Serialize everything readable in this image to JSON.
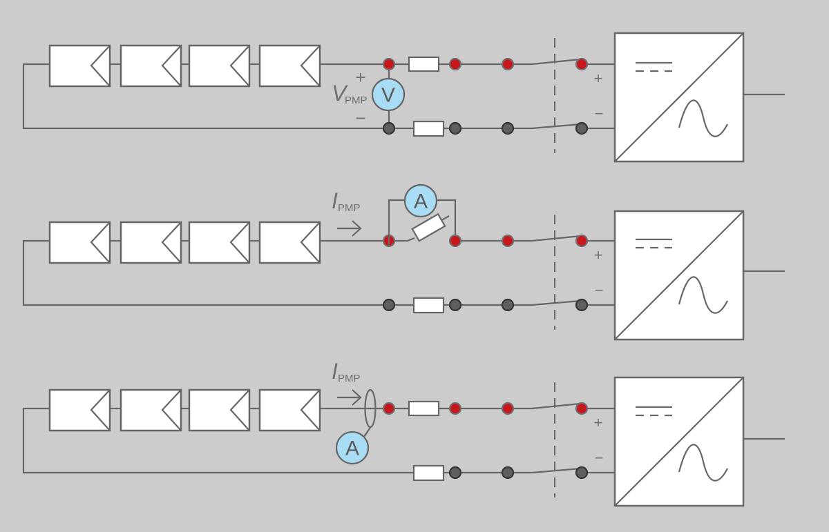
{
  "diagram": {
    "title": "PV string measurement configurations",
    "colors": {
      "background": "#cccccc",
      "wire": "#666666",
      "node_positive": "#c8161d",
      "node_negative": "#5f5f5f",
      "meter_fill": "#a8dcf5",
      "component_fill": "#ffffff"
    },
    "rows": [
      {
        "name": "voltage-measurement",
        "modules": 4,
        "meter": {
          "type": "voltmeter",
          "symbol": "V",
          "label_main": "V",
          "label_sub": "PMP",
          "plus": "+",
          "minus": "−"
        },
        "inverter": {
          "plus": "+",
          "minus": "−"
        }
      },
      {
        "name": "current-measurement-series",
        "modules": 4,
        "meter": {
          "type": "ammeter",
          "symbol": "A",
          "label_main": "I",
          "label_sub": "PMP",
          "arrow": "→"
        },
        "inverter": {
          "plus": "+",
          "minus": "−"
        }
      },
      {
        "name": "current-measurement-clamp",
        "modules": 4,
        "meter": {
          "type": "clamp-ammeter",
          "symbol": "A",
          "label_main": "I",
          "label_sub": "PMP",
          "arrow": "→"
        },
        "inverter": {
          "plus": "+",
          "minus": "−"
        }
      }
    ]
  }
}
